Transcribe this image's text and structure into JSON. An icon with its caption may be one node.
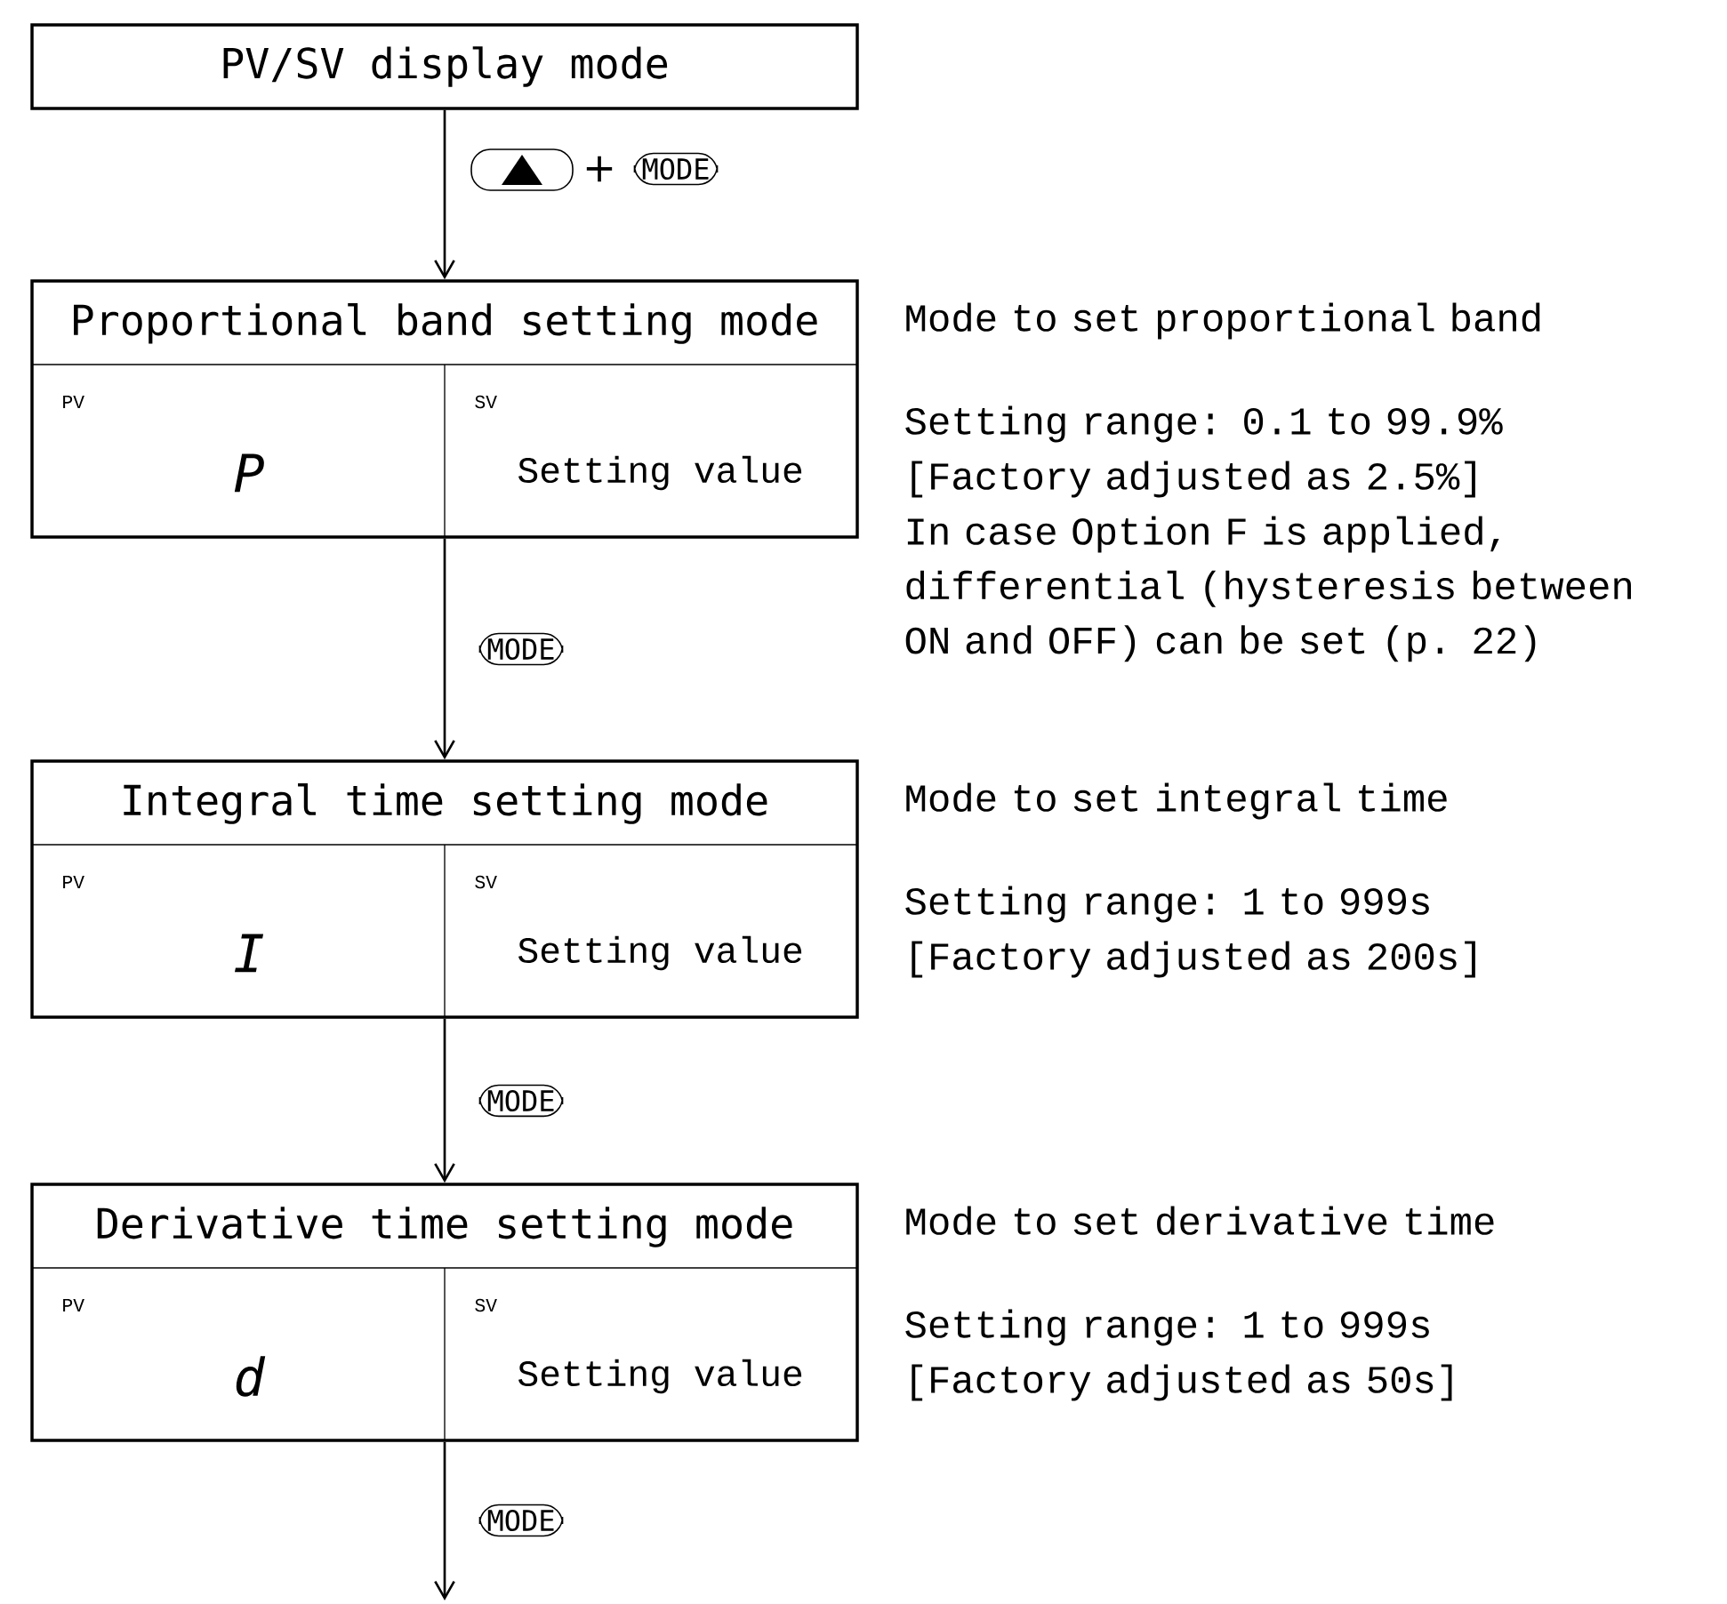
{
  "diagram": {
    "nodes": [
      {
        "text": [
          "PV/SV display mode"
        ]
      },
      {
        "text": [
          "Proportional band setting mode",
          "PV",
          "P",
          "SV",
          "Setting value"
        ],
        "beside": [
          "Mode to set proportional band",
          "Setting range: 0.1 to 99.9%",
          "[Factory adjusted as 2.5%]",
          "In case Option F is applied, differential (hysteresis between ON and OFF) can be set (p. 22)"
        ]
      },
      {
        "text": [
          "Integral time setting mode",
          "PV",
          "I",
          "SV",
          "Setting value"
        ],
        "beside": [
          "Mode to set integral time",
          "Setting range: 1 to 999s",
          "[Factory adjusted as 200s]"
        ]
      },
      {
        "text": [
          "Derivative time setting mode",
          "PV",
          "d",
          "SV",
          "Setting value"
        ],
        "beside": [
          "Mode to set derivative time",
          "Setting range: 1 to 999s",
          "[Factory adjusted as 50s]"
        ]
      }
    ],
    "edges": [
      {
        "from": 0,
        "to": 1,
        "arrow": "to"
      },
      {
        "from": 1,
        "to": 2,
        "arrow": "to",
        "label": "MODE"
      },
      {
        "from": 2,
        "to": 3,
        "arrow": "to",
        "label": "MODE"
      },
      {
        "from": 3,
        "to": null,
        "arrow": "to",
        "label": "MODE"
      }
    ],
    "labels": [
      "+",
      "MODE"
    ]
  }
}
